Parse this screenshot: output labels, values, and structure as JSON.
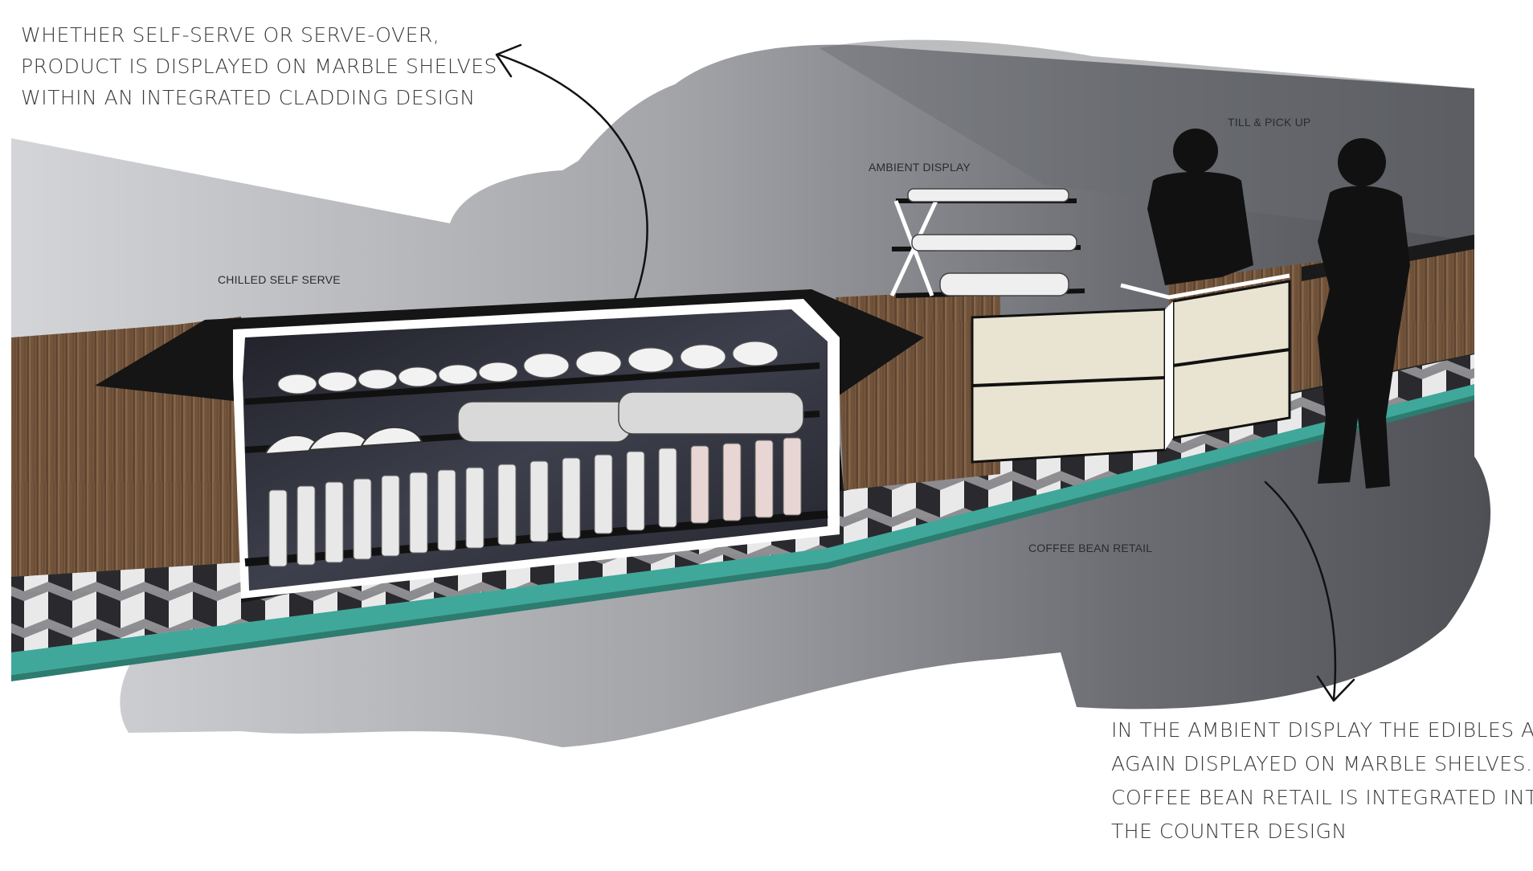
{
  "notes": {
    "top_left": [
      "WHETHER SELF-SERVE OR SERVE-OVER,",
      "PRODUCT IS DISPLAYED ON MARBLE SHELVES",
      "WITHIN AN INTEGRATED CLADDING DESIGN"
    ],
    "bottom_right": [
      "IN THE AMBIENT DISPLAY THE EDIBLES ARE",
      "AGAIN DISPLAYED ON MARBLE SHELVES.",
      "COFFEE BEAN RETAIL IS INTEGRATED INTO",
      "THE COUNTER DESIGN"
    ]
  },
  "labels": {
    "chilled": "CHILLED SELF SERVE",
    "ambient": "AMBIENT DISPLAY",
    "till": "TILL & PICK UP",
    "coffee": "COFFEE BEAN RETAIL"
  },
  "colors": {
    "shadow_dark": "#5a5c62",
    "shadow_light": "#c9cacd",
    "wood": "#7a5a3f",
    "glass_edge": "#3fa89a",
    "cabinet": "#2e2f3a",
    "silhouette": "#111111"
  }
}
